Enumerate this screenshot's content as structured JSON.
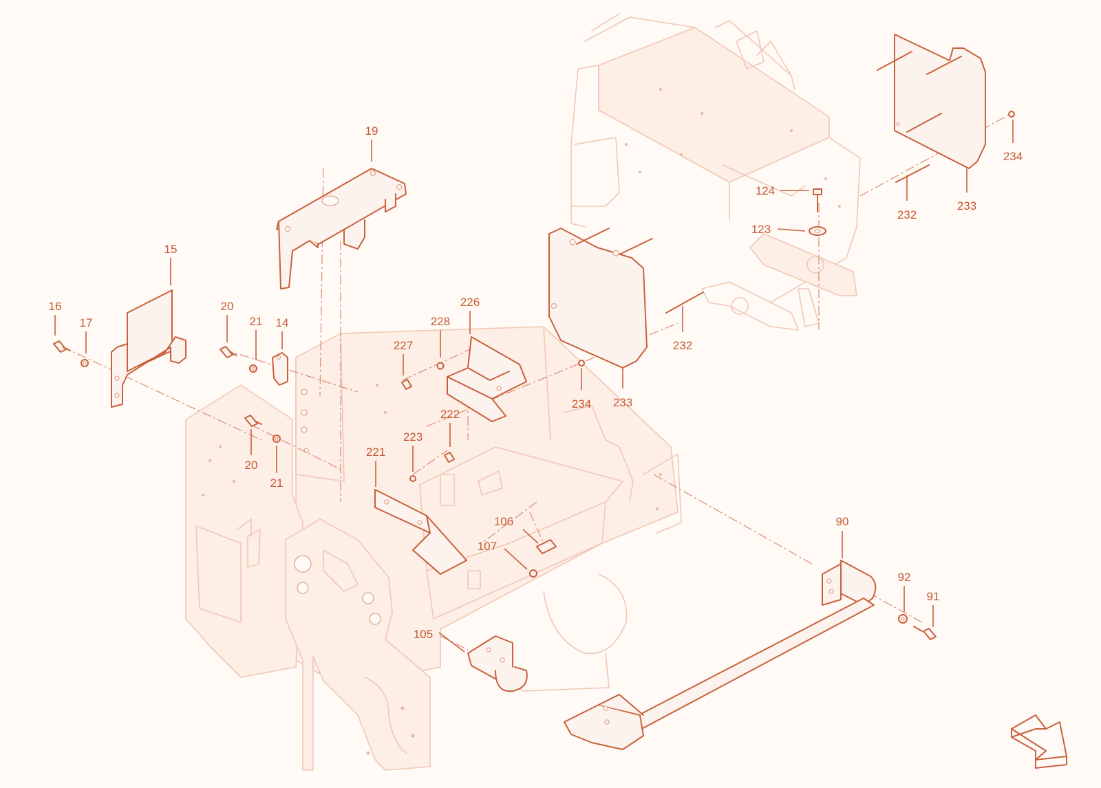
{
  "diagram": {
    "callouts": [
      {
        "id": "c-19",
        "text": "19"
      },
      {
        "id": "c-15",
        "text": "15"
      },
      {
        "id": "c-16",
        "text": "16"
      },
      {
        "id": "c-17",
        "text": "17"
      },
      {
        "id": "c-20a",
        "text": "20"
      },
      {
        "id": "c-21a",
        "text": "21"
      },
      {
        "id": "c-14",
        "text": "14"
      },
      {
        "id": "c-20b",
        "text": "20"
      },
      {
        "id": "c-21b",
        "text": "21"
      },
      {
        "id": "c-226",
        "text": "226"
      },
      {
        "id": "c-228",
        "text": "228"
      },
      {
        "id": "c-227",
        "text": "227"
      },
      {
        "id": "c-222",
        "text": "222"
      },
      {
        "id": "c-223",
        "text": "223"
      },
      {
        "id": "c-221",
        "text": "221"
      },
      {
        "id": "c-106",
        "text": "106"
      },
      {
        "id": "c-107",
        "text": "107"
      },
      {
        "id": "c-105",
        "text": "105"
      },
      {
        "id": "c-124",
        "text": "124"
      },
      {
        "id": "c-123",
        "text": "123"
      },
      {
        "id": "c-232a",
        "text": "232"
      },
      {
        "id": "c-233a",
        "text": "233"
      },
      {
        "id": "c-234a",
        "text": "234"
      },
      {
        "id": "c-232b",
        "text": "232"
      },
      {
        "id": "c-234b",
        "text": "234"
      },
      {
        "id": "c-233b",
        "text": "233"
      },
      {
        "id": "c-90",
        "text": "90"
      },
      {
        "id": "c-92",
        "text": "92"
      },
      {
        "id": "c-91",
        "text": "91"
      }
    ]
  },
  "colors": {
    "accent": "#c8603c",
    "ghost": "#f1c7b4",
    "background": "#fffaf6"
  },
  "icons": {
    "orientation": "direction-arrow-icon"
  }
}
